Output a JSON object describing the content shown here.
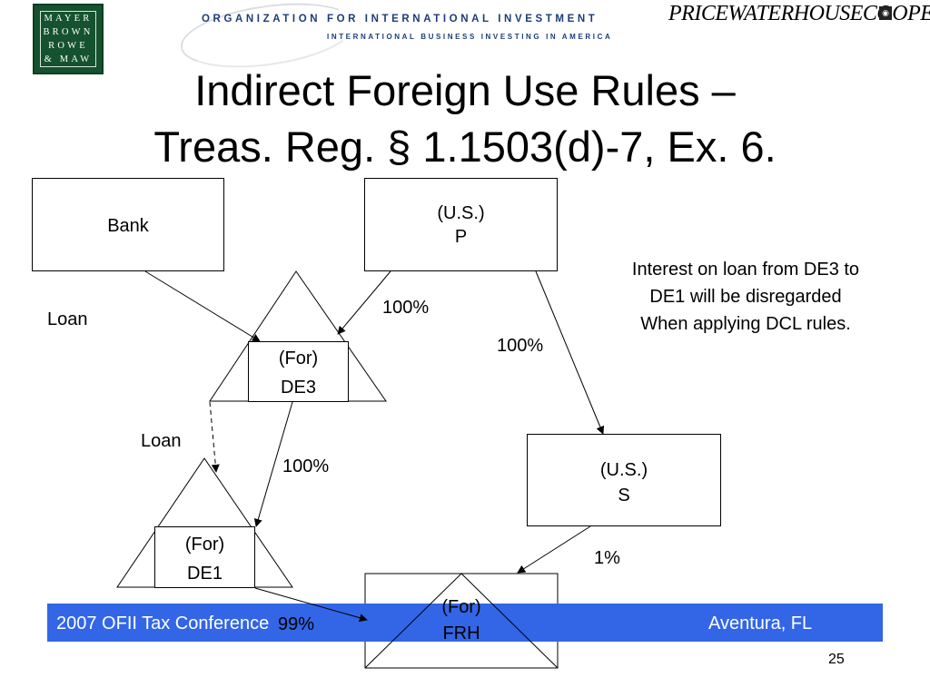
{
  "header": {
    "logo_left_lines": [
      "MAYER",
      "BROWN",
      "ROWE",
      "& MAW"
    ],
    "org_name": "ORGANIZATION FOR INTERNATIONAL INVESTMENT",
    "org_tagline": "INTERNATIONAL BUSINESS INVESTING IN AMERICA",
    "pwc_logo": "PRICEWATERHOUSECOOPERS"
  },
  "slide": {
    "title_line1": "Indirect Foreign Use Rules –",
    "title_line2": "Treas. Reg. § 1.1503(d)-7, Ex. 6."
  },
  "diagram": {
    "bank": "Bank",
    "p_line1": "(U.S.)",
    "p_line2": "P",
    "de3_line1": "(For)",
    "de3_line2": "DE3",
    "de1_line1": "(For)",
    "de1_line2": "DE1",
    "s_line1": "(U.S.)",
    "s_line2": "S",
    "frh_line1": "(For)",
    "frh_line2": "FRH",
    "loan_bank": "Loan",
    "loan_de3": "Loan",
    "pct_p_de3": "100%",
    "pct_p_s": "100%",
    "pct_de3_de1": "100%",
    "pct_s_frh": "1%",
    "pct_de1_frh": "99%",
    "note_line1": "Interest on loan from DE3 to",
    "note_line2": "DE1 will be disregarded",
    "note_line3": "When applying DCL rules."
  },
  "footer": {
    "left_text": "2007 OFII Tax Conference",
    "right_text": "Aventura, FL",
    "page_number": "25"
  }
}
